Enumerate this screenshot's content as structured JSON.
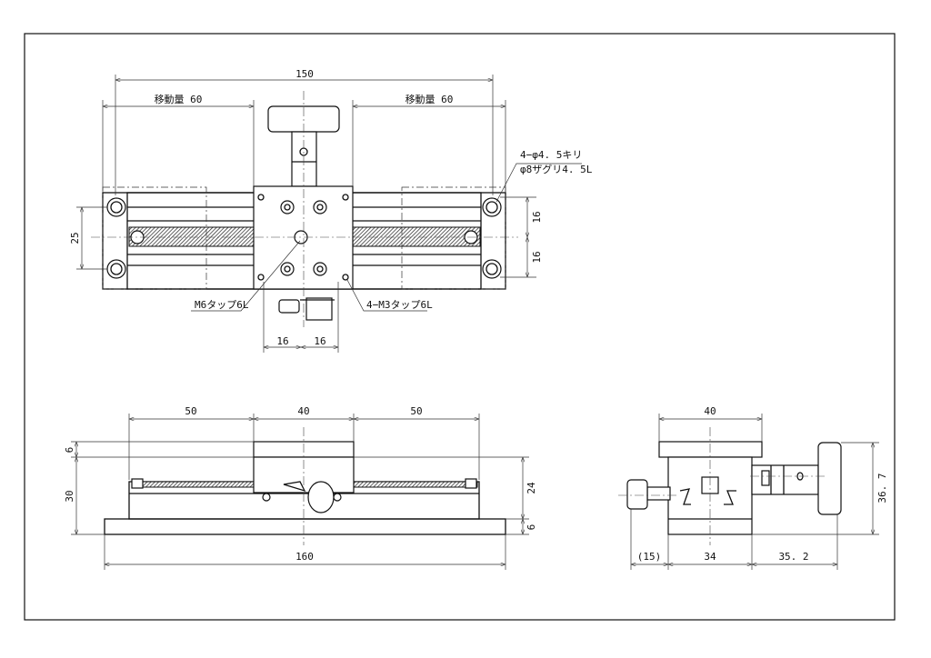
{
  "drawing": {
    "top_view": {
      "dim_overall": "150",
      "travel_left": "移動量 60",
      "travel_right": "移動量 60",
      "dim_height": "25",
      "dim_16_a": "16",
      "dim_16_b": "16",
      "dim_bottom_16_a": "16",
      "dim_bottom_16_b": "16",
      "note_holes_line1": "4−φ4. 5キリ",
      "note_holes_line2": "φ8ザグリ4. 5L",
      "note_m6": "M6タップ6L",
      "note_m3": "4−M3タップ6L"
    },
    "front_view": {
      "dim_50_left": "50",
      "dim_40": "40",
      "dim_50_right": "50",
      "dim_6_top": "6",
      "dim_30": "30",
      "dim_24": "24",
      "dim_6_bottom": "6",
      "dim_160": "160"
    },
    "side_view": {
      "dim_40": "40",
      "dim_15": "(15)",
      "dim_34": "34",
      "dim_35_2": "35. 2",
      "dim_36_7": "36. 7"
    }
  }
}
